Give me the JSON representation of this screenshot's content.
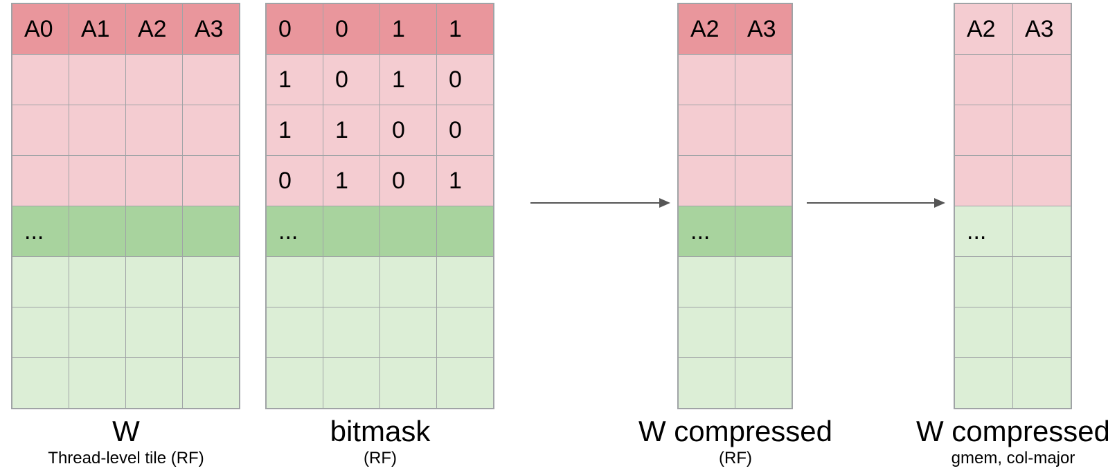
{
  "colors": {
    "cell_red": "#e9969c",
    "cell_pink": "#f4ccd1",
    "cell_green": "#a8d39e",
    "cell_lightgreen": "#dceed6",
    "grid_line": "#a0a3a6",
    "arrow": "#555555",
    "text": "#000000"
  },
  "grids": [
    {
      "id": "w",
      "title": "W",
      "subtitle": "Thread-level tile (RF)",
      "columns": 4,
      "rows": [
        {
          "style": "red",
          "cells": [
            "A0",
            "A1",
            "A2",
            "A3"
          ]
        },
        {
          "style": "pink",
          "cells": [
            "",
            "",
            "",
            ""
          ]
        },
        {
          "style": "pink",
          "cells": [
            "",
            "",
            "",
            ""
          ]
        },
        {
          "style": "pink",
          "cells": [
            "",
            "",
            "",
            ""
          ]
        },
        {
          "style": "green",
          "cells": [
            "...",
            "",
            "",
            ""
          ]
        },
        {
          "style": "lightgreen",
          "cells": [
            "",
            "",
            "",
            ""
          ]
        },
        {
          "style": "lightgreen",
          "cells": [
            "",
            "",
            "",
            ""
          ]
        },
        {
          "style": "lightgreen",
          "cells": [
            "",
            "",
            "",
            ""
          ]
        }
      ]
    },
    {
      "id": "bitmask",
      "title": "bitmask",
      "subtitle": "(RF)",
      "columns": 4,
      "rows": [
        {
          "style": "red",
          "cells": [
            "0",
            "0",
            "1",
            "1"
          ]
        },
        {
          "style": "pink",
          "cells": [
            "1",
            "0",
            "1",
            "0"
          ]
        },
        {
          "style": "pink",
          "cells": [
            "1",
            "1",
            "0",
            "0"
          ]
        },
        {
          "style": "pink",
          "cells": [
            "0",
            "1",
            "0",
            "1"
          ]
        },
        {
          "style": "green",
          "cells": [
            "...",
            "",
            "",
            ""
          ]
        },
        {
          "style": "lightgreen",
          "cells": [
            "",
            "",
            "",
            ""
          ]
        },
        {
          "style": "lightgreen",
          "cells": [
            "",
            "",
            "",
            ""
          ]
        },
        {
          "style": "lightgreen",
          "cells": [
            "",
            "",
            "",
            ""
          ]
        }
      ]
    },
    {
      "id": "w_compressed_rf",
      "title": "W compressed",
      "subtitle": "(RF)",
      "columns": 2,
      "rows": [
        {
          "style": "red",
          "cells": [
            "A2",
            "A3"
          ]
        },
        {
          "style": "pink",
          "cells": [
            "",
            ""
          ]
        },
        {
          "style": "pink",
          "cells": [
            "",
            ""
          ]
        },
        {
          "style": "pink",
          "cells": [
            "",
            ""
          ]
        },
        {
          "style": "green",
          "cells": [
            "...",
            ""
          ]
        },
        {
          "style": "lightgreen",
          "cells": [
            "",
            ""
          ]
        },
        {
          "style": "lightgreen",
          "cells": [
            "",
            ""
          ]
        },
        {
          "style": "lightgreen",
          "cells": [
            "",
            ""
          ]
        }
      ]
    },
    {
      "id": "w_compressed_gmem",
      "title": "W compressed",
      "subtitle": "gmem, col-major",
      "columns": 2,
      "rows": [
        {
          "style": "pink",
          "cells": [
            "A2",
            "A3"
          ]
        },
        {
          "style": "pink",
          "cells": [
            "",
            ""
          ]
        },
        {
          "style": "pink",
          "cells": [
            "",
            ""
          ]
        },
        {
          "style": "pink",
          "cells": [
            "",
            ""
          ]
        },
        {
          "style": "lightgreen",
          "cells": [
            "...",
            ""
          ]
        },
        {
          "style": "lightgreen",
          "cells": [
            "",
            ""
          ]
        },
        {
          "style": "lightgreen",
          "cells": [
            "",
            ""
          ]
        },
        {
          "style": "lightgreen",
          "cells": [
            "",
            ""
          ]
        }
      ]
    }
  ],
  "arrows": [
    {
      "from": "bitmask",
      "to": "w_compressed_rf",
      "direction": "right"
    },
    {
      "from": "w_compressed_rf",
      "to": "w_compressed_gmem",
      "direction": "right"
    }
  ]
}
